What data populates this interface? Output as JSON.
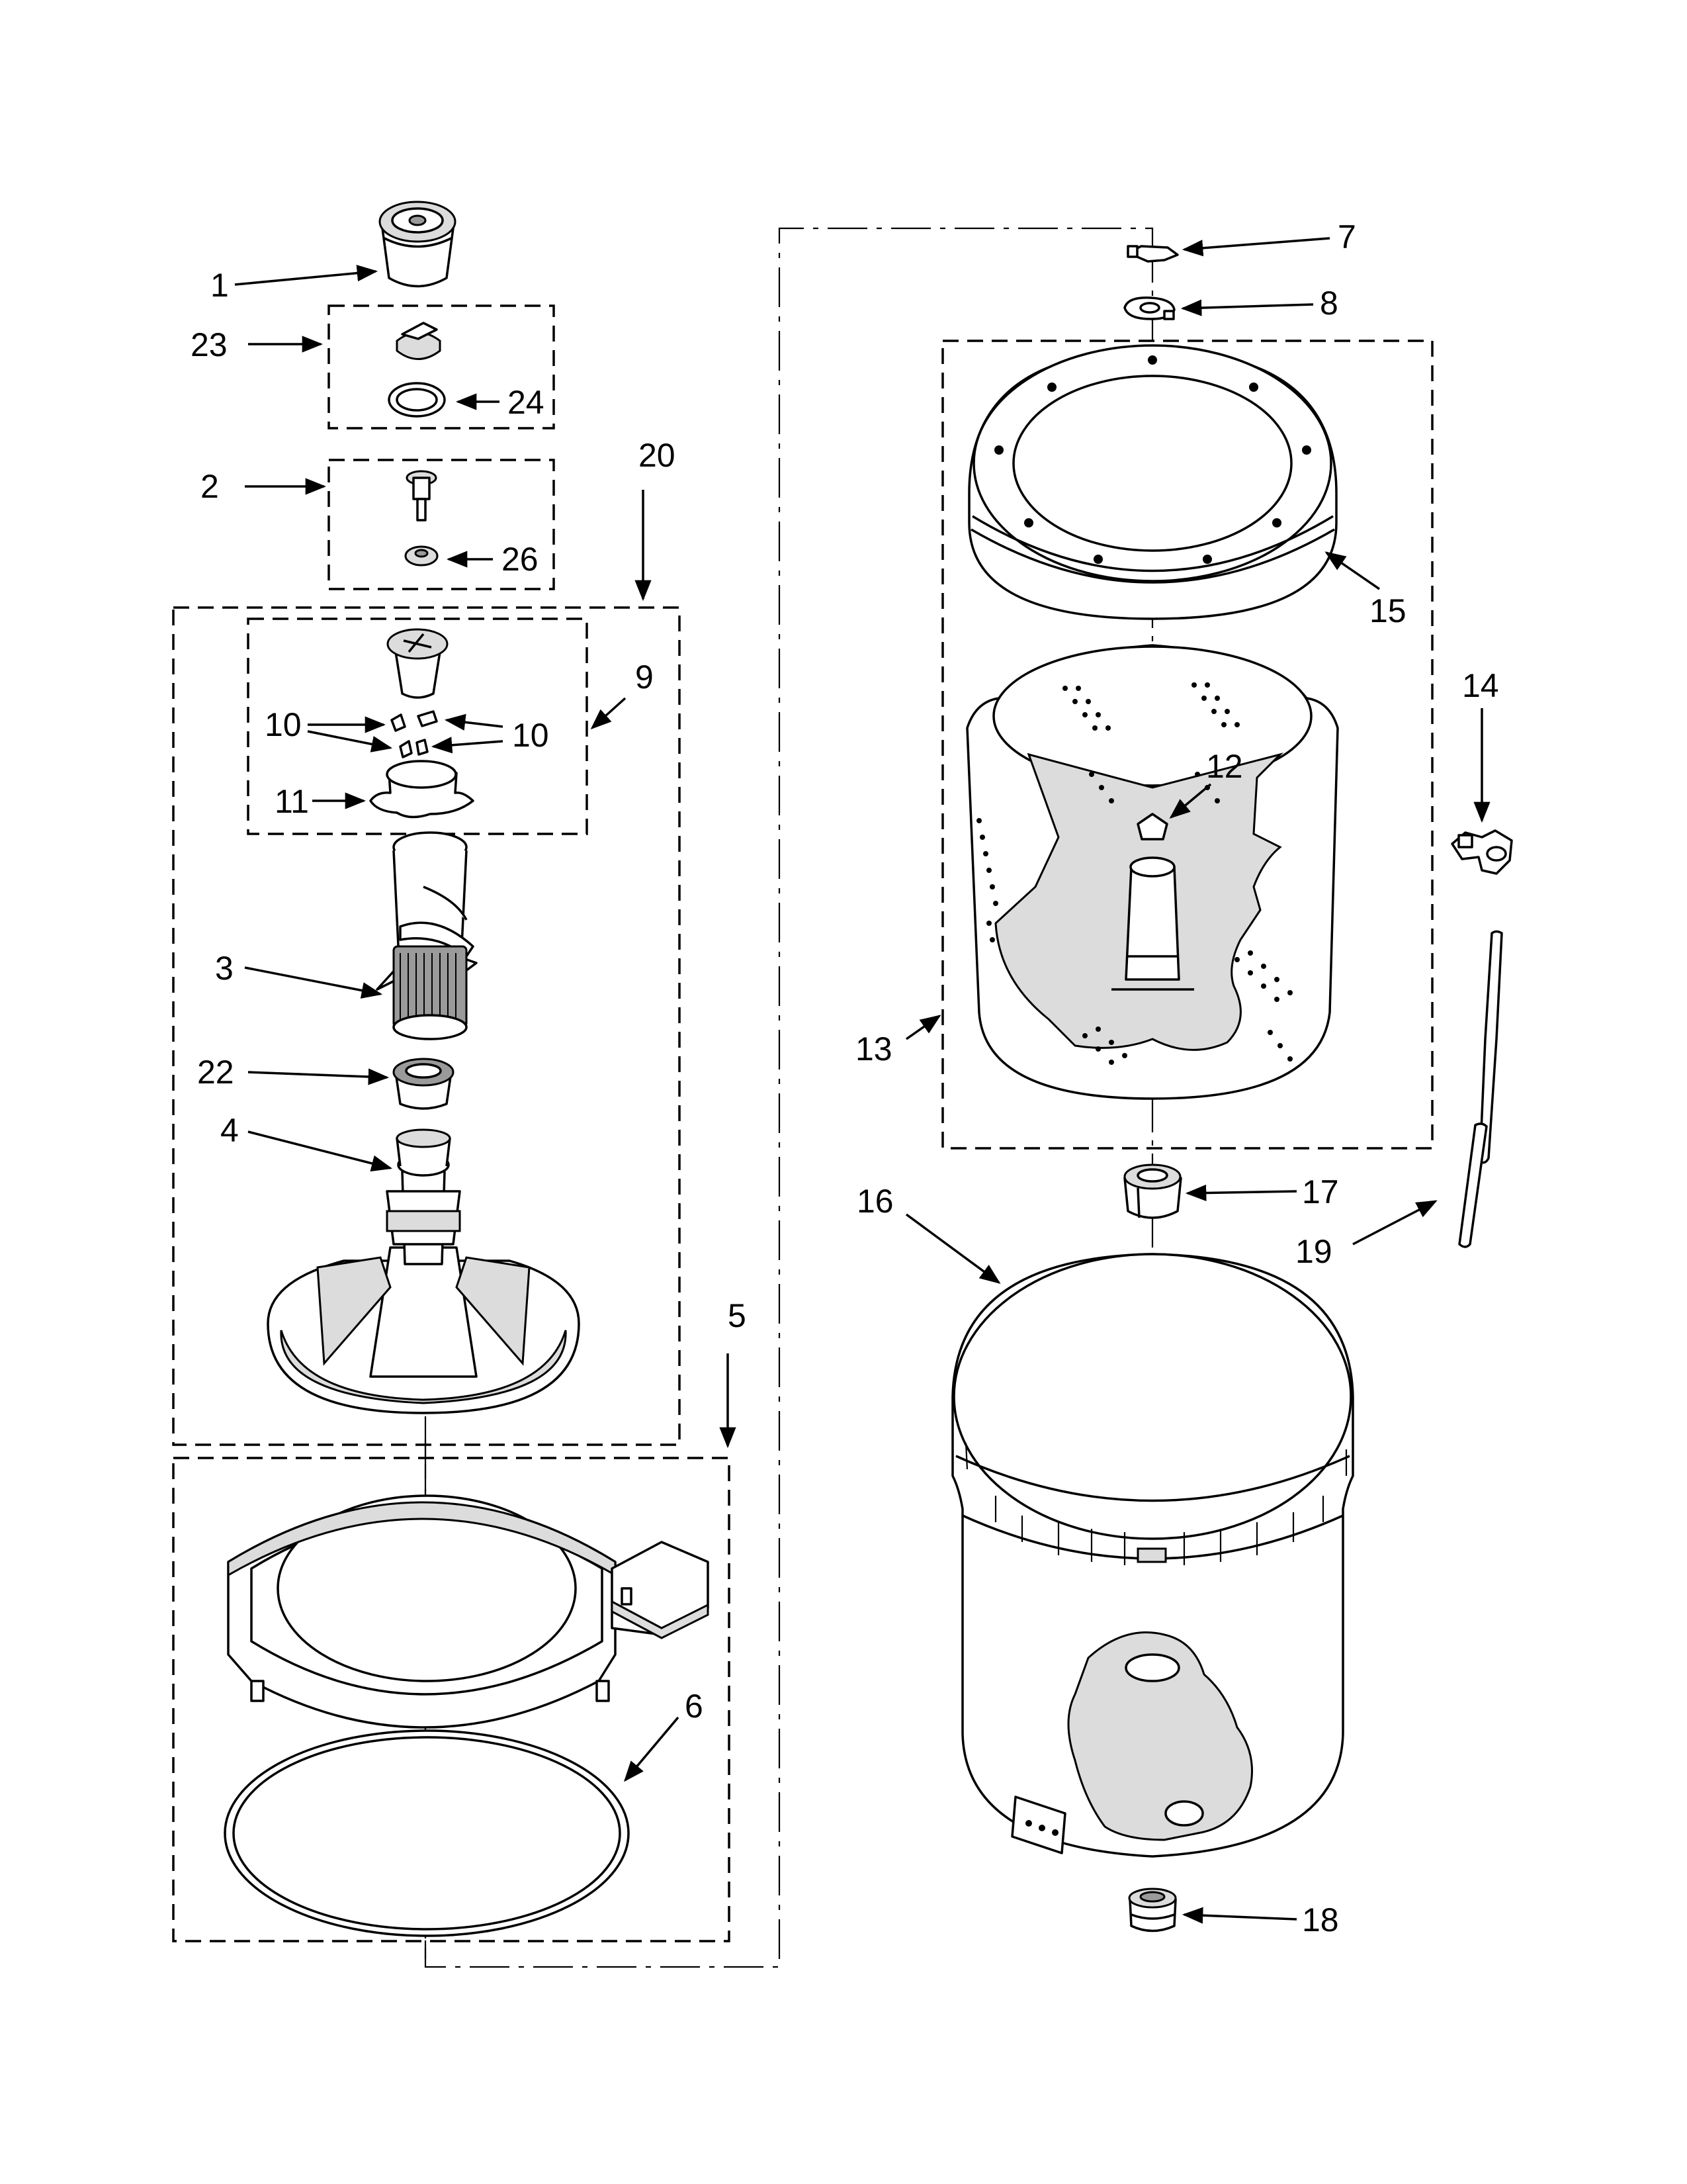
{
  "callouts": [
    {
      "id": "1",
      "text": "1"
    },
    {
      "id": "23",
      "text": "23"
    },
    {
      "id": "24",
      "text": "24"
    },
    {
      "id": "2",
      "text": "2"
    },
    {
      "id": "26",
      "text": "26"
    },
    {
      "id": "20",
      "text": "20"
    },
    {
      "id": "9",
      "text": "9"
    },
    {
      "id": "10a",
      "text": "10"
    },
    {
      "id": "10b",
      "text": "10"
    },
    {
      "id": "11",
      "text": "11"
    },
    {
      "id": "3",
      "text": "3"
    },
    {
      "id": "22",
      "text": "22"
    },
    {
      "id": "4",
      "text": "4"
    },
    {
      "id": "5",
      "text": "5"
    },
    {
      "id": "6",
      "text": "6"
    },
    {
      "id": "7",
      "text": "7"
    },
    {
      "id": "8",
      "text": "8"
    },
    {
      "id": "15",
      "text": "15"
    },
    {
      "id": "14",
      "text": "14"
    },
    {
      "id": "12",
      "text": "12"
    },
    {
      "id": "13",
      "text": "13"
    },
    {
      "id": "17",
      "text": "17"
    },
    {
      "id": "16",
      "text": "16"
    },
    {
      "id": "19",
      "text": "19"
    },
    {
      "id": "18",
      "text": "18"
    }
  ]
}
